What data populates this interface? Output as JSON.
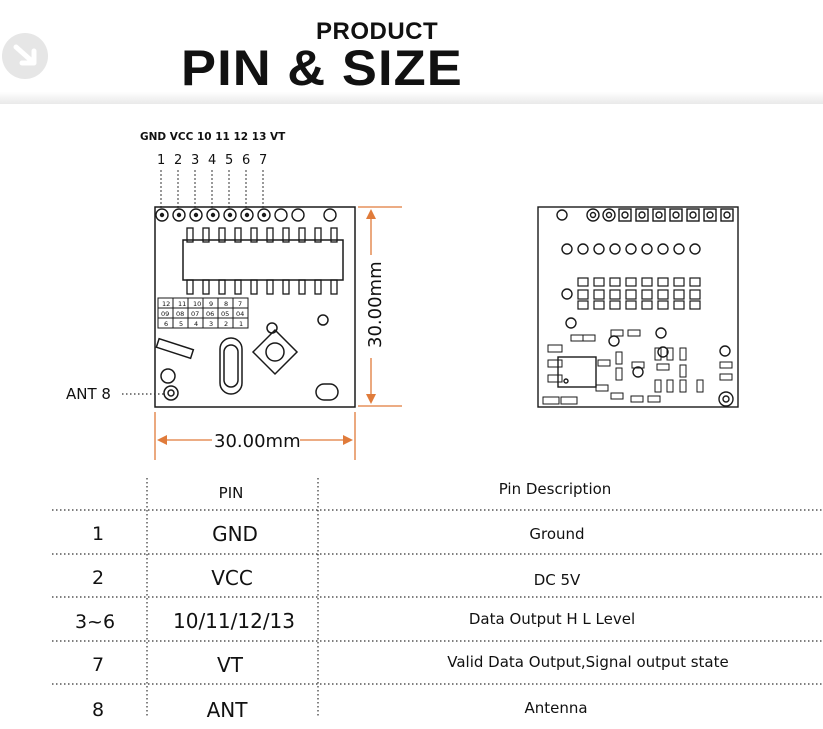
{
  "header": {
    "title_small": "PRODUCT",
    "title_big": "PIN & SIZE"
  },
  "diagram": {
    "pin_names_line": "GND VCC 10 11 12 13 VT",
    "pin_numbers": [
      "1",
      "2",
      "3",
      "4",
      "5",
      "6",
      "7"
    ],
    "ant_label": "ANT 8",
    "width_label": "30.00mm",
    "height_label": "30.00mm",
    "chip_table": {
      "top": [
        "12",
        "11",
        "10",
        "9",
        "8",
        "7"
      ],
      "mid": [
        "09",
        "08",
        "07",
        "06",
        "05",
        "04"
      ],
      "bot": [
        "6",
        "5",
        "4",
        "3",
        "2",
        "1"
      ]
    }
  },
  "table": {
    "headers": [
      "",
      "PIN",
      "Pin Description"
    ],
    "rows": [
      [
        "1",
        "GND",
        "Ground"
      ],
      [
        "2",
        "VCC",
        "DC 5V"
      ],
      [
        "3~6",
        "10/11/12/13",
        "Data Output H L Level"
      ],
      [
        "7",
        "VT",
        "Valid Data Output,Signal output state"
      ],
      [
        "8",
        "ANT",
        "Antenna"
      ]
    ]
  },
  "colors": {
    "dimension_accent": "#e07b3a",
    "outline": "#1a1a1a"
  }
}
